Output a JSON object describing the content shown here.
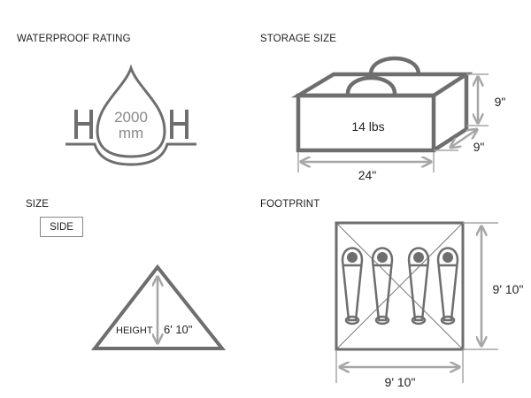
{
  "sections": {
    "waterproof": {
      "title": "WATERPROOF RATING",
      "value": "2000",
      "unit": "mm"
    },
    "storage": {
      "title": "STORAGE SIZE",
      "weight": "14 lbs",
      "height": "9\"",
      "depth": "9\"",
      "width": "24\""
    },
    "size": {
      "title": "SIZE",
      "view_button": "SIDE",
      "height_label": "HEIGHT",
      "height_value": "6' 10\""
    },
    "footprint": {
      "title": "FOOTPRINT",
      "depth": "9' 10\"",
      "width": "9' 10\"",
      "sleeping_bags": 4
    }
  },
  "colors": {
    "outline": "#6e6e6e",
    "dimension": "#a6a6a6",
    "text": "#1e1e1e"
  }
}
